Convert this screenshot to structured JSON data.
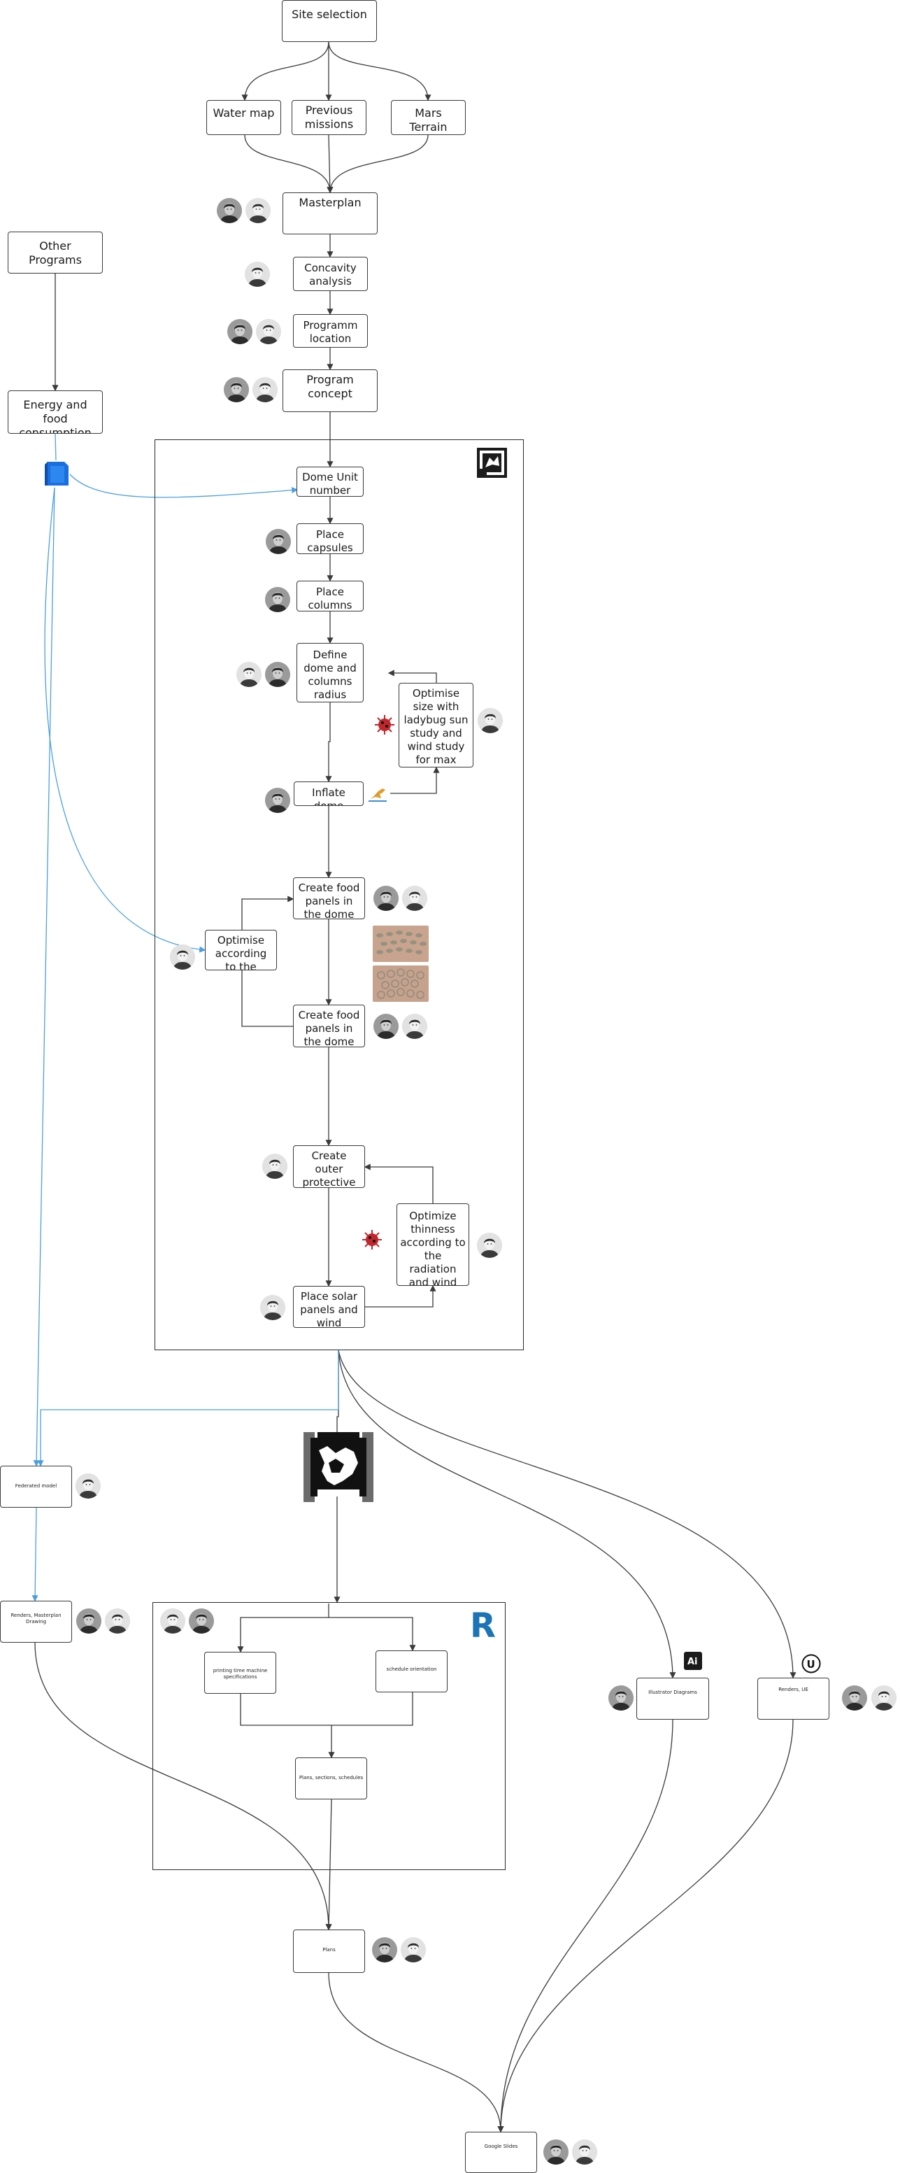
{
  "nodes": {
    "site_selection": "Site selection",
    "water_map": "Water map",
    "previous_missions": "Previous missions",
    "mars_terrain": "Mars Terrain",
    "masterplan": "Masterplan",
    "other_programs": "Other Programs",
    "energy_food": "Energy and food consumption data",
    "concavity": "Concavity analysis",
    "programm_location": "Programm location",
    "program_concept": "Program concept",
    "dome_unit": "Dome Unit number",
    "place_capsules": "Place capsules",
    "place_columns": "Place columns",
    "define_dome": "Define dome and columns radius",
    "optimise_size": "Optimise size with ladybug sun study and wind study for max solar radiation",
    "inflate_dome": "Inflate dome",
    "create_food_1": "Create food panels in the dome",
    "optimise_needs": "Optimise according to the needs",
    "create_food_2": "Create food panels in the dome",
    "create_outer": "Create outer protective shell",
    "optimize_thinness": "Optimize thinness according to the radiation and wind",
    "place_solar": "Place solar panels and wind",
    "federated_model": "Federated model",
    "renders_masterplan": "Renders, Masterplan Drawing",
    "printing_time": "printing time machine specifications",
    "schedule_orientation": "schedule orientation",
    "plans_sections": "Plans, sections, schedules",
    "plans": "Plans",
    "illustrator_diagrams": "Illustrator Diagrams",
    "renders_ue": "Renders, UE",
    "google_slides": "Google Slides"
  },
  "icons": {
    "rhino_small": "rhino-grasshopper-icon",
    "rhino_large": "rhino-icon",
    "revit": "revit-icon",
    "illustrator": "illustrator-icon",
    "unreal": "unreal-engine-icon",
    "ladybug": "ladybug-icon",
    "kangaroo": "kangaroo-icon",
    "excel": "data-file-icon"
  },
  "logo_text": {
    "revit": "R",
    "illustrator": "Ai",
    "unreal": "U"
  },
  "colors": {
    "line": "#3a3a3a",
    "blue_line": "#4a9fe0",
    "ladybug_red": "#c0262b",
    "revit_blue": "#1b74b5"
  }
}
